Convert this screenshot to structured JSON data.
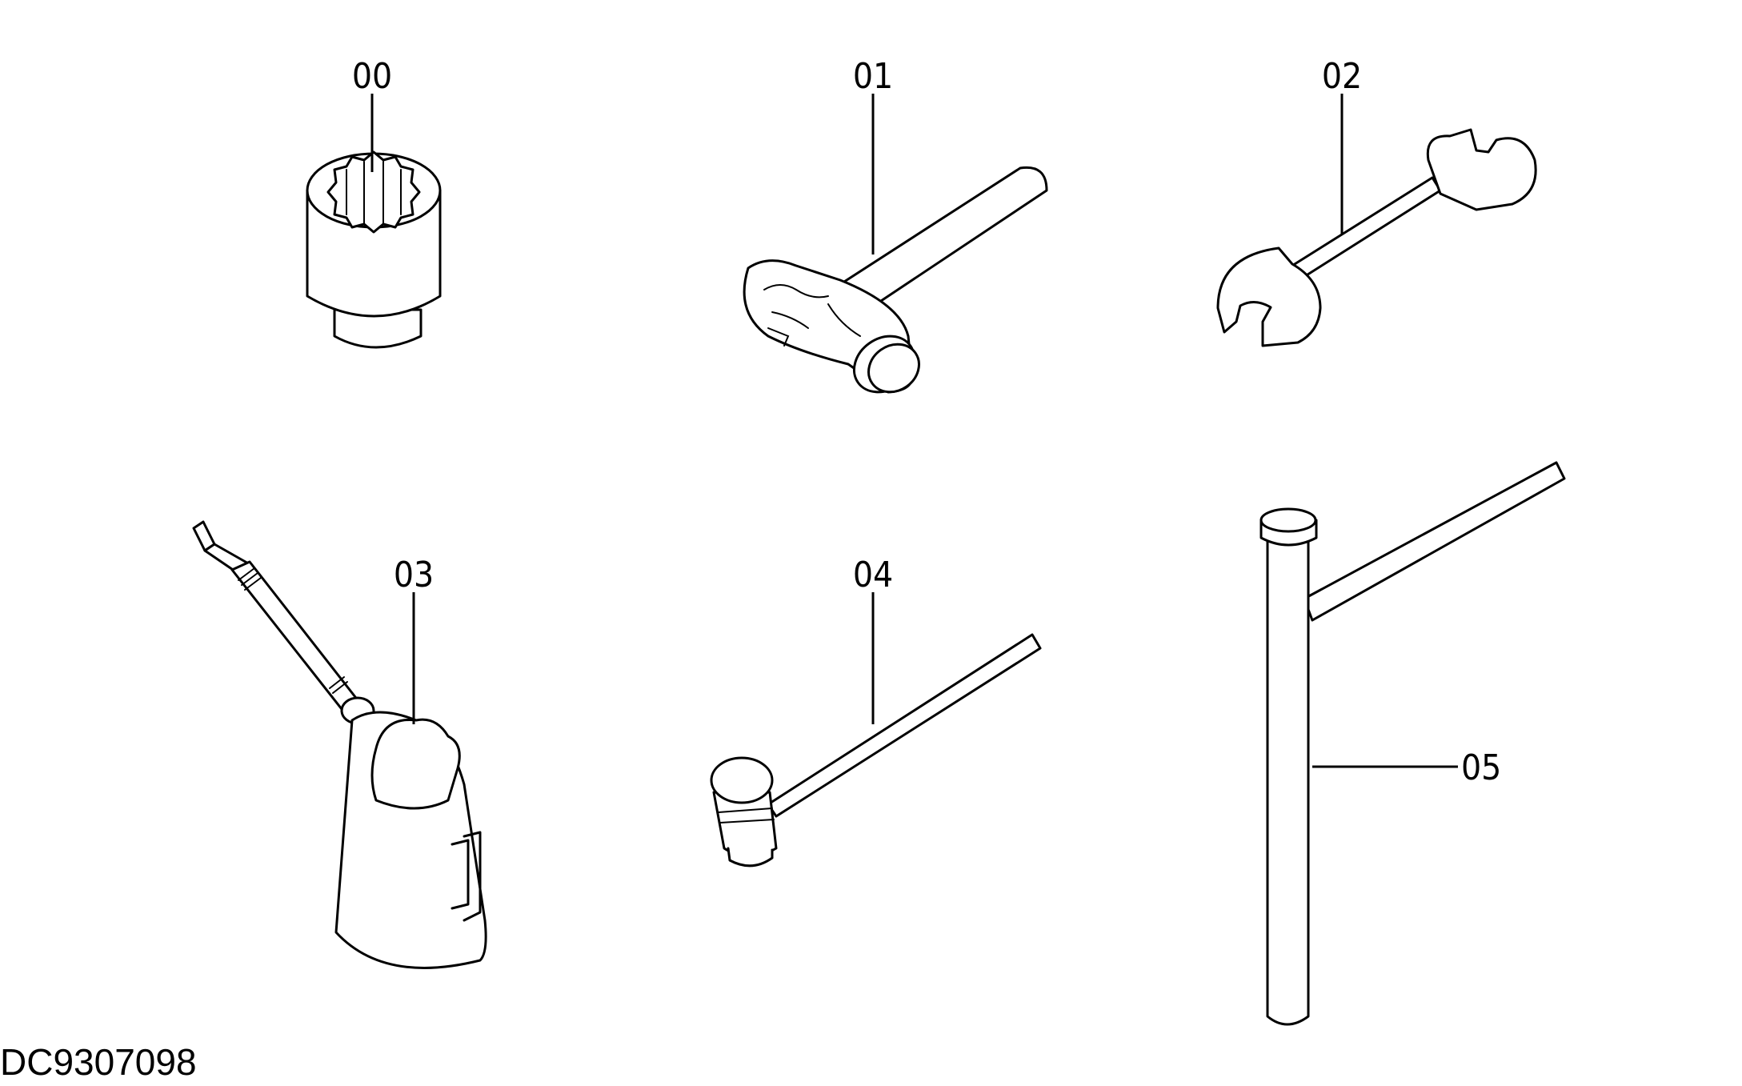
{
  "parts": [
    {
      "id": "socket",
      "label": "00"
    },
    {
      "id": "hammer",
      "label": "01"
    },
    {
      "id": "wrench",
      "label": "02"
    },
    {
      "id": "oil-can",
      "label": "03"
    },
    {
      "id": "mallet",
      "label": "04"
    },
    {
      "id": "t-bar",
      "label": "05"
    }
  ],
  "drawing_id": "DC9307098"
}
